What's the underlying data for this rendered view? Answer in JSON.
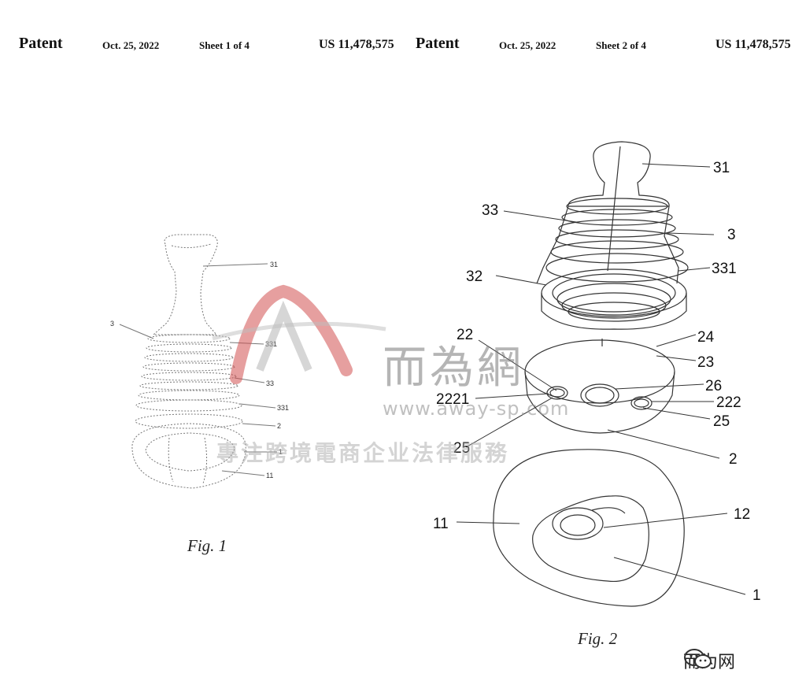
{
  "sheet1": {
    "header": {
      "patent": "Patent",
      "date": "Oct. 25, 2022",
      "sheet": "Sheet 1 of 4",
      "number": "US 11,478,575"
    },
    "caption": "Fig. 1",
    "labels": [
      "31",
      "3",
      "331",
      "33",
      "331",
      "2",
      "1",
      "11"
    ]
  },
  "sheet2": {
    "header": {
      "patent": "Patent",
      "date": "Oct. 25, 2022",
      "sheet": "Sheet 2 of 4",
      "number": "US 11,478,575"
    },
    "caption": "Fig. 2",
    "labels": [
      "31",
      "33",
      "3",
      "32",
      "331",
      "22",
      "24",
      "23",
      "2221",
      "26",
      "222",
      "25",
      "25",
      "2",
      "11",
      "12",
      "1"
    ]
  },
  "watermark": {
    "title": "而為網",
    "url": "www.away-sp.com",
    "tagline": "專注跨境電商企业法律服務"
  },
  "brand": {
    "label": "而为网",
    "icon": "wechat-icon"
  }
}
